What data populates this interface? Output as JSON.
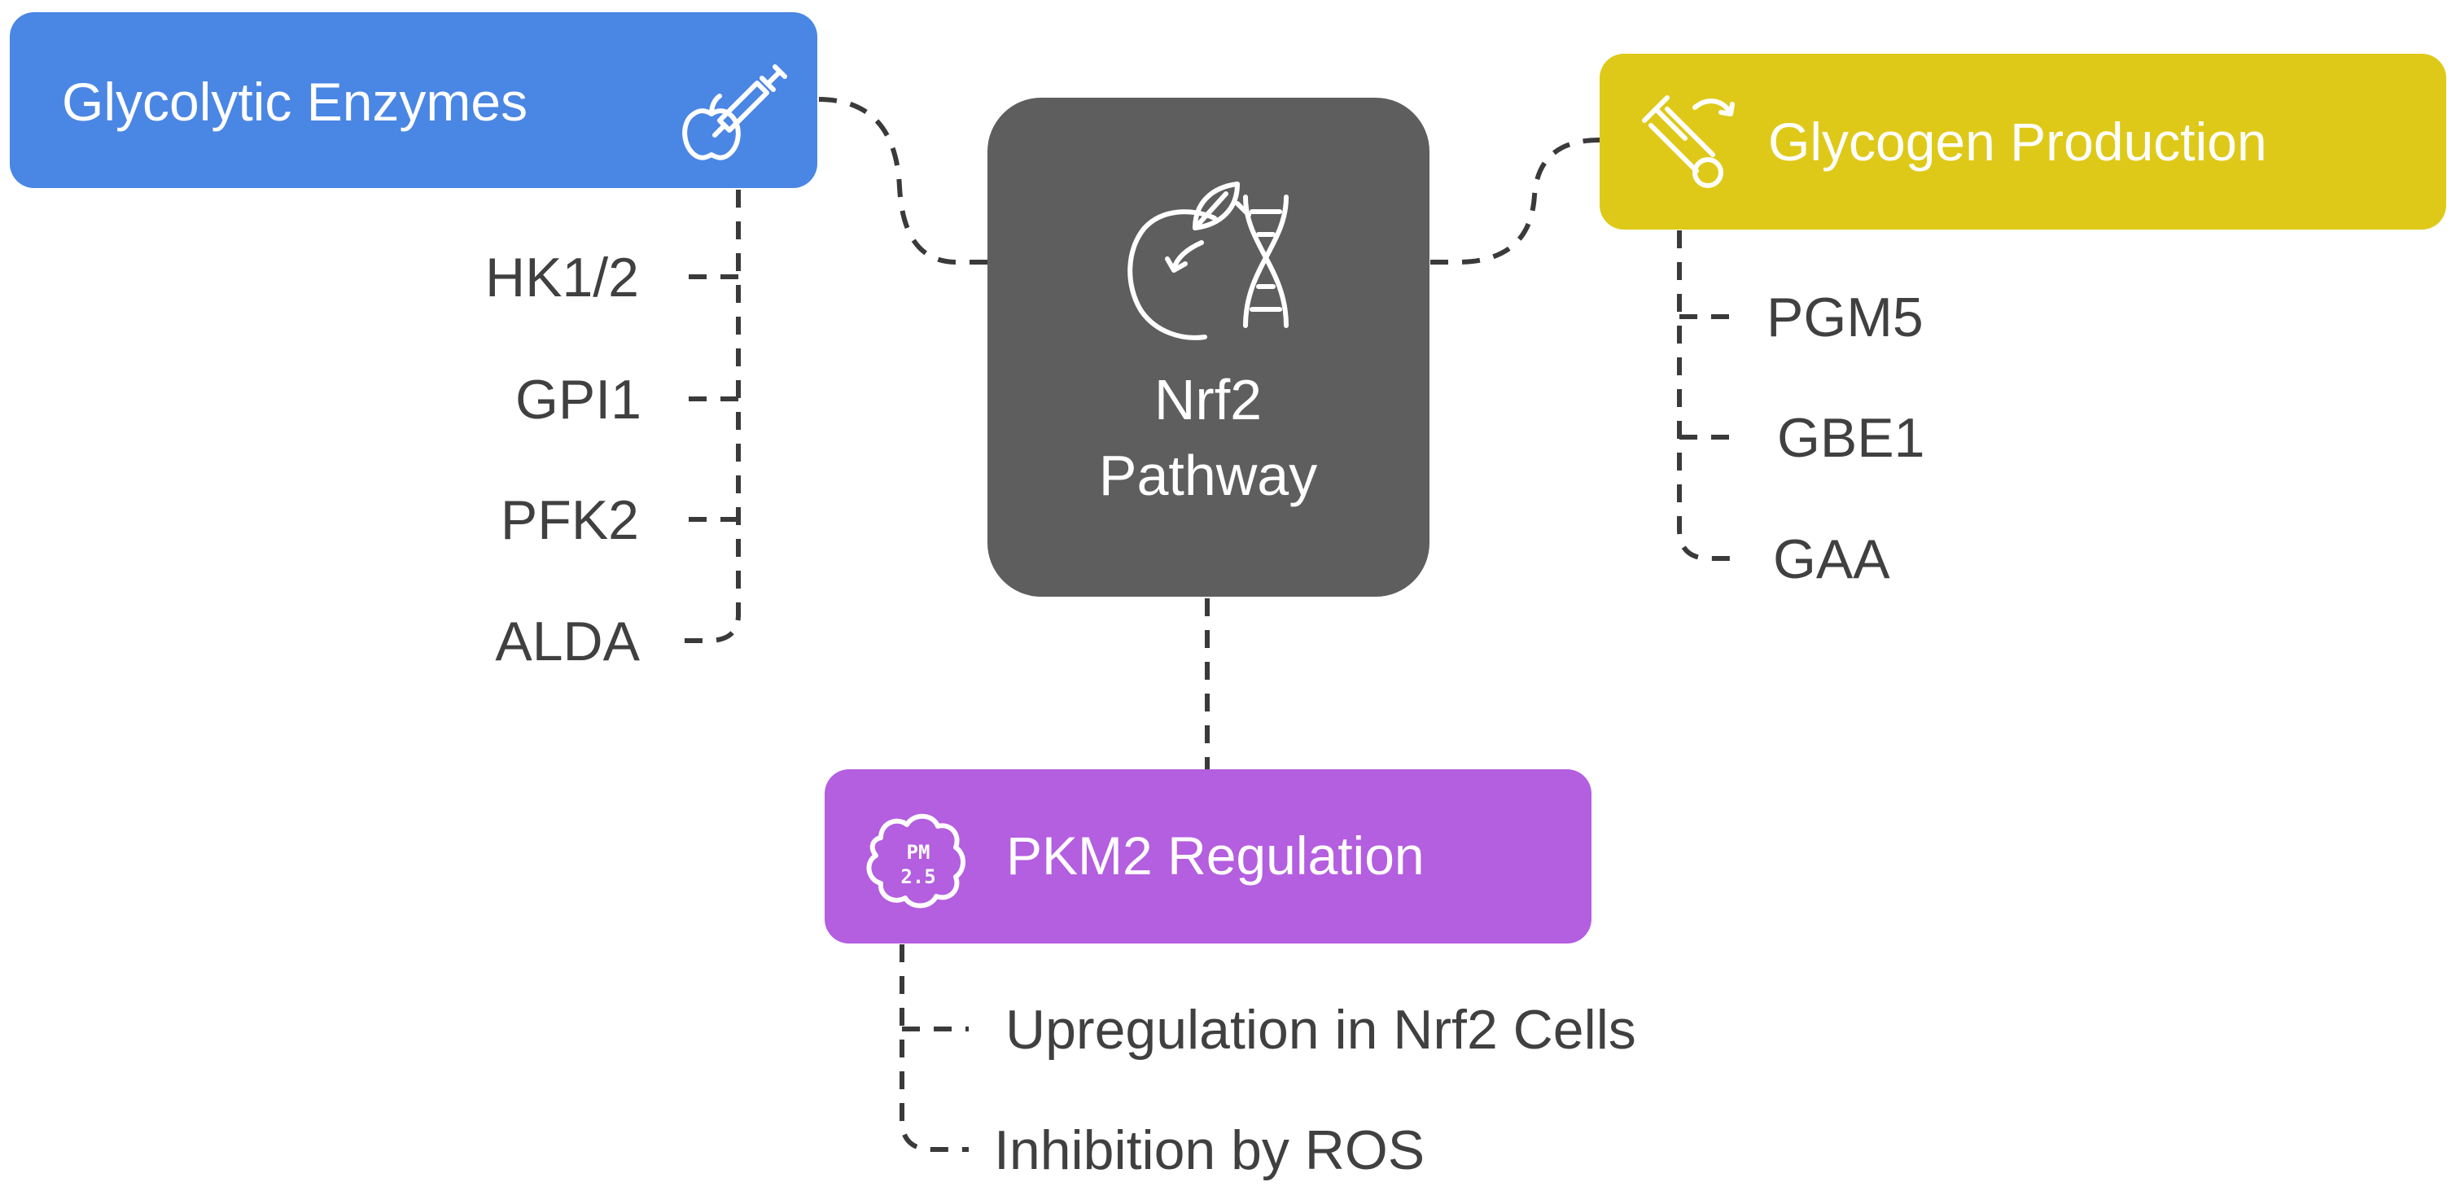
{
  "colors": {
    "center": "#5e5e5e",
    "glycolytic": "#4a86e4",
    "glycogen": "#dfc918",
    "pkm2": "#b45ee0",
    "connector": "#3a3a3a",
    "leaf_text": "#404040"
  },
  "center": {
    "title_line1": "Nrf2",
    "title_line2": "Pathway",
    "icon": "apple-dna-icon"
  },
  "glycolytic": {
    "title": "Glycolytic Enzymes",
    "icon": "apple-syringe-icon",
    "items": [
      "HK1/2",
      "GPI1",
      "PFK2",
      "ALDA"
    ]
  },
  "glycogen": {
    "title": "Glycogen Production",
    "icon": "test-tube-icon",
    "items": [
      "PGM5",
      "GBE1",
      "GAA"
    ]
  },
  "pkm2": {
    "title": "PKM2 Regulation",
    "icon": "pm25-cloud-icon",
    "items": [
      "Upregulation in Nrf2 Cells",
      "Inhibition by ROS"
    ]
  }
}
